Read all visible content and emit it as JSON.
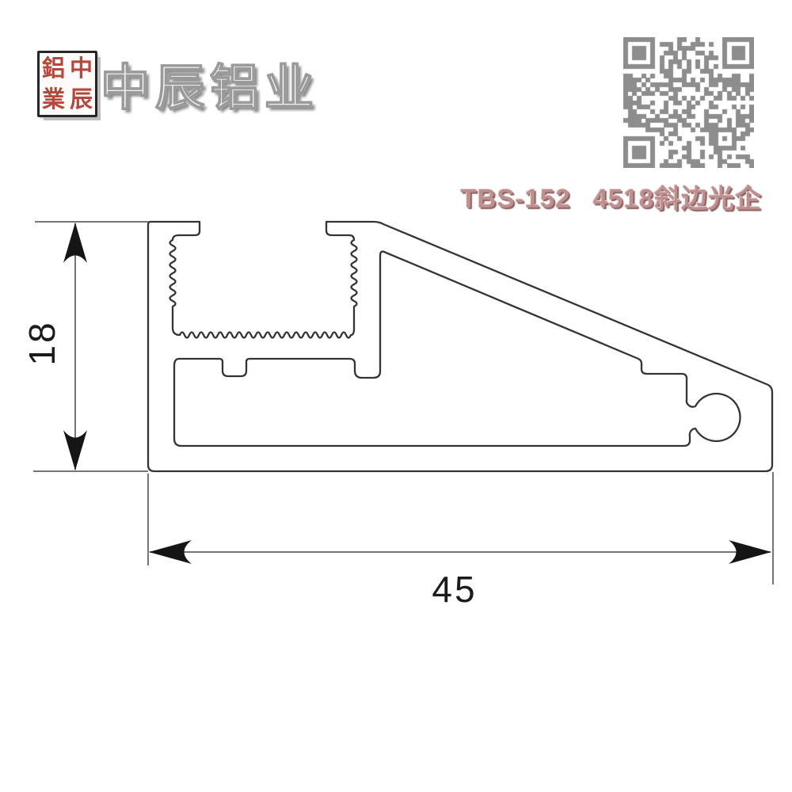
{
  "header": {
    "seal": {
      "chars": [
        "鋁",
        "中",
        "業",
        "辰"
      ]
    },
    "company_name": "中辰铝业"
  },
  "product": {
    "model": "TBS-152",
    "name": "4518斜边光企"
  },
  "drawing": {
    "height": "18",
    "width": "45"
  },
  "colors": {
    "seal-red": "#b5483c",
    "model-rose": "#bd8f8f",
    "qr-gray": "#8d8d8d",
    "line-dark": "#343434",
    "dim-gray": "#757575"
  }
}
